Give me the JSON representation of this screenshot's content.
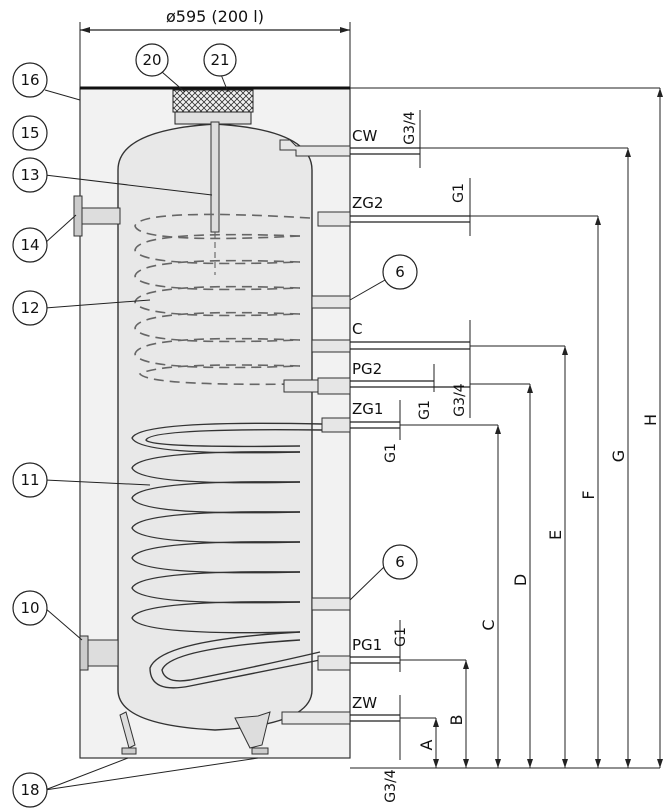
{
  "header": {
    "diameter_label": "ø595 (200 l)"
  },
  "callouts": [
    "16",
    "20",
    "21",
    "15",
    "13",
    "14",
    "12",
    "6",
    "11",
    "6",
    "10",
    "18"
  ],
  "connections": {
    "cw": "CW",
    "cw_thread": "G3/4",
    "zg2": "ZG2",
    "zg2_thread": "G1",
    "c": "C",
    "pg2": "PG2",
    "pg2_thread": "G3/4",
    "zg1": "ZG1",
    "zg1_thread_a": "G1",
    "zg1_thread_b": "G1",
    "pg1": "PG1",
    "pg1_thread": "G1",
    "zw": "ZW",
    "zw_thread": "G3/4"
  },
  "dimensions": [
    "A",
    "B",
    "C",
    "D",
    "E",
    "F",
    "G",
    "H"
  ],
  "colors": {
    "line": "#222222",
    "insulation": "#f2f2f2",
    "tank": "#e6e6e6",
    "coil_upper": "#666666"
  }
}
